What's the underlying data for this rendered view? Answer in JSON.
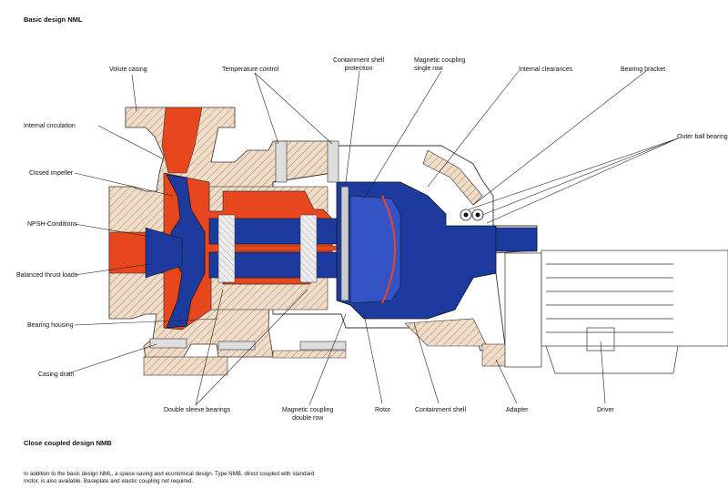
{
  "headings": {
    "basic": "Basic design NML",
    "close_coupled": "Close coupled design NMB"
  },
  "description": "In addition to the basic design NML, a space-saving and economical design. Type NMB, direct coupled with standard motor, is also available. Baseplate and elastic coupling not required.",
  "labels": {
    "volute_casing": "Volute casing",
    "temperature_control": "Temperature control",
    "containment_shell_protection_1": "Containment shell",
    "containment_shell_protection_2": "protection",
    "magnetic_coupling_single_1": "Magnetic coupling",
    "magnetic_coupling_single_2": "single row",
    "internal_clearances": "Internal clearances",
    "bearing_bracket": "Bearing bracket",
    "outer_ball_bearings": "Outer ball bearings",
    "internal_circulation": "Internal circulation",
    "closed_impeller": "Closed impeller",
    "npsh_conditions": "NPSH-Conditions",
    "balanced_thrust_loads": "Balanced thrust loads",
    "bearing_housing": "Bearing housing",
    "casing_drain": "Casing drain",
    "double_sleeve_bearings": "Double sleeve bearings",
    "magnetic_coupling_double_1": "Magnetic coupling",
    "magnetic_coupling_double_2": "double row",
    "rotor": "Rotor",
    "containment_shell": "Containment shell",
    "adapter": "Adapter",
    "driver": "Driver"
  },
  "colors": {
    "fluid": "#e8461d",
    "magnet": "#1d3a9e",
    "casing": "#f1dcc8",
    "line": "#333333"
  }
}
